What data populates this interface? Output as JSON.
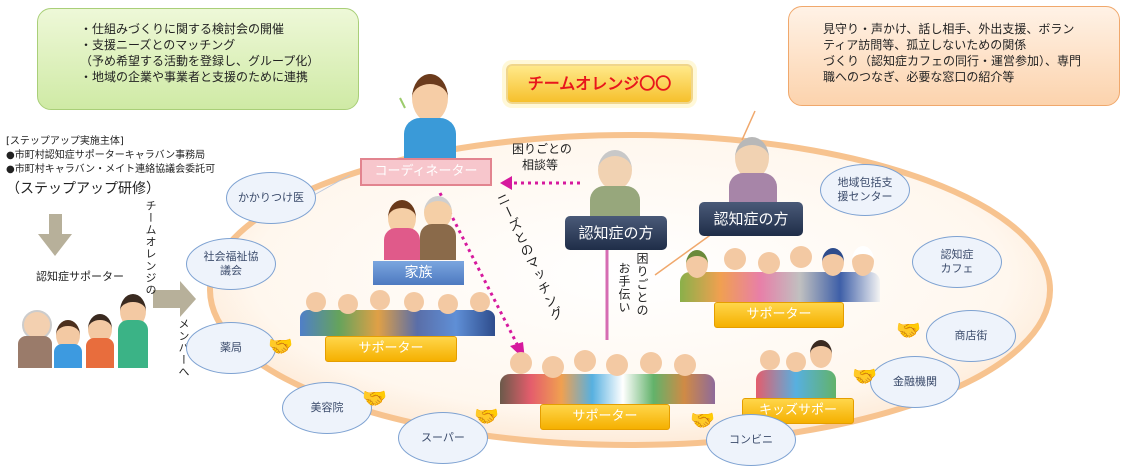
{
  "title": "チームオレンジ〇〇",
  "coordinator_tasks": [
    "・仕組みづくりに関する検討会の開催",
    "・支援ニーズとのマッチング",
    "（予め希望する活動を登録し、グループ化）",
    "・地域の企業や事業者と支援のために連携"
  ],
  "support_activities": [
    "見守り・声かけ、話し相手、外出支援、ボラン",
    "ティア訪問等、孤立しないための関係",
    "づくり（認知症カフェの同行・運営参加）、専門",
    "職へのつなぎ、必要な窓口の紹介等"
  ],
  "stepup": {
    "header": "[ステップアップ実施主体]",
    "bullets": [
      "●市町村認知症サポーターキャラバン事務局",
      "●市町村キャラバン・メイト連絡協議会委託可"
    ],
    "training": "（ステップアップ研修）",
    "supporter_label": "認知症サポーター",
    "flow_vertical_1": "チームオレンジの",
    "flow_vertical_2": "メンバーへ"
  },
  "roles": {
    "coordinator": "コーディネーター",
    "patient_a": "認知症の方",
    "patient_b": "認知症の方",
    "family": "家族",
    "supporter_left": "サポーター",
    "supporter_center": "サポーター",
    "supporter_right": "サポーター",
    "kids_supporter": "キッズサポー"
  },
  "arrows": {
    "consult": [
      "困りごとの",
      "相談等"
    ],
    "matching": "ニーズとのマッチング",
    "help": [
      "困りごとの",
      "お手伝い"
    ]
  },
  "partners": [
    "かかりつけ医",
    "社会福祉協\n議会",
    "薬局",
    "美容院",
    "スーパー",
    "コンビニ",
    "金融機関",
    "商店街",
    "認知症\nカフェ",
    "地域包括支\n援センター"
  ],
  "colors": {
    "accent_red": "#e8161c",
    "supporter_yellow": "#f5b000",
    "arrow_magenta": "#d6199e",
    "navy": "#1f2d48"
  }
}
